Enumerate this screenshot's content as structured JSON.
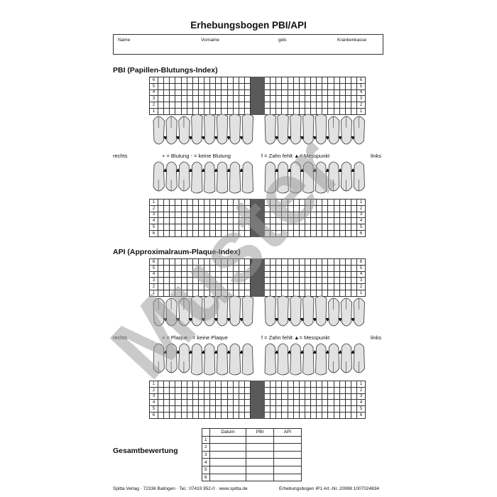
{
  "title": "Erhebungsbogen PBI/API",
  "info_box": {
    "name": "Name",
    "vorname": "Vorname",
    "geb": "geb.",
    "krankenkasse": "Krankenkasse"
  },
  "pbi": {
    "title": "PBI (Papillen-Blutungs-Index)",
    "upper_rows": [
      "6",
      "5",
      "4",
      "3",
      "2",
      "1"
    ],
    "lower_rows": [
      "1",
      "2",
      "3",
      "4",
      "5",
      "6"
    ],
    "side_left": "rechts",
    "side_right": "links",
    "legend_left": "+ = Blutung   - = keine Blutung",
    "legend_right": "f = Zahn fehlt   ▲= Messpunkt"
  },
  "api": {
    "title": "API (Approximalraum-Plaque-Index)",
    "upper_rows": [
      "6",
      "5",
      "4",
      "3",
      "2",
      "1"
    ],
    "lower_rows": [
      "1",
      "2",
      "3",
      "4",
      "5",
      "6"
    ],
    "side_left": "rechts",
    "side_right": "links",
    "legend_left": "+ = Plaque   - = keine Plaque",
    "legend_right": "f = Zahn fehlt   ▲= Messpunkt"
  },
  "gesamt": {
    "title": "Gesamtbewertung",
    "headers": [
      "Datum",
      "PBI",
      "API"
    ],
    "rows": [
      "1",
      "2",
      "3",
      "4",
      "5",
      "6"
    ]
  },
  "footer": {
    "left": "Spitta Verlag · 72336 Balingen · Tel.: 07433 952-0 · www.spitta.de",
    "right": "Erhebungsbogen IP1 Art.-Nr. 20998 1007024834"
  },
  "watermark": "Muster",
  "colors": {
    "tooth_fill": "#e2e2e2",
    "midline": "#5a5a5a",
    "watermark": "rgba(150,150,150,0.5)"
  }
}
